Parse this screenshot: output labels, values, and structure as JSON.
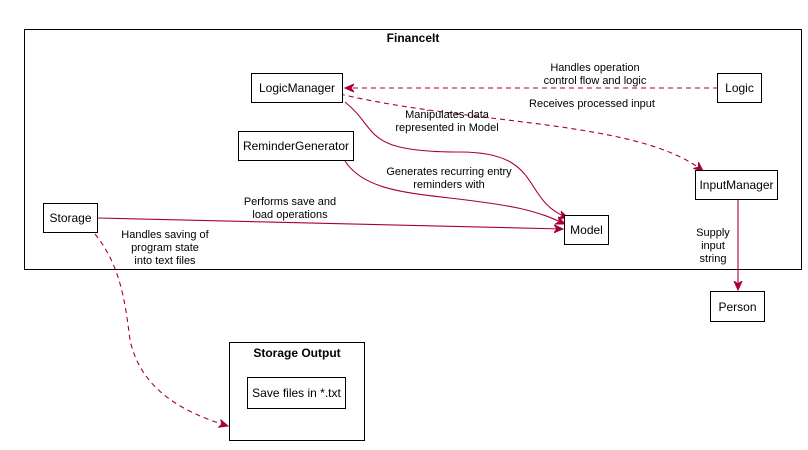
{
  "colors": {
    "arrow": "#A80036",
    "border": "#000000"
  },
  "packages": {
    "financeit": "FinanceIt",
    "storage_output": "Storage Output"
  },
  "nodes": {
    "logic_manager": "LogicManager",
    "logic": "Logic",
    "reminder_generator": "ReminderGenerator",
    "input_manager": "InputManager",
    "storage": "Storage",
    "model": "Model",
    "person": "Person",
    "save_files": "Save files in *.txt"
  },
  "edges": {
    "logic_to_logicmanager": [
      "Handles operation",
      "control flow and logic"
    ],
    "logicmanager_to_inputmanager": [
      "Receives processed input"
    ],
    "logicmanager_to_model": [
      "Manipulates data",
      "represented in Model"
    ],
    "remindergenerator_to_model": [
      "Generates recurring entry",
      "reminders with"
    ],
    "storage_to_model": [
      "Performs save and",
      "load operations"
    ],
    "storage_to_output": [
      "Handles saving of",
      "program state",
      "into text files"
    ],
    "inputmanager_to_person": [
      "Supply",
      "input",
      "string"
    ]
  }
}
